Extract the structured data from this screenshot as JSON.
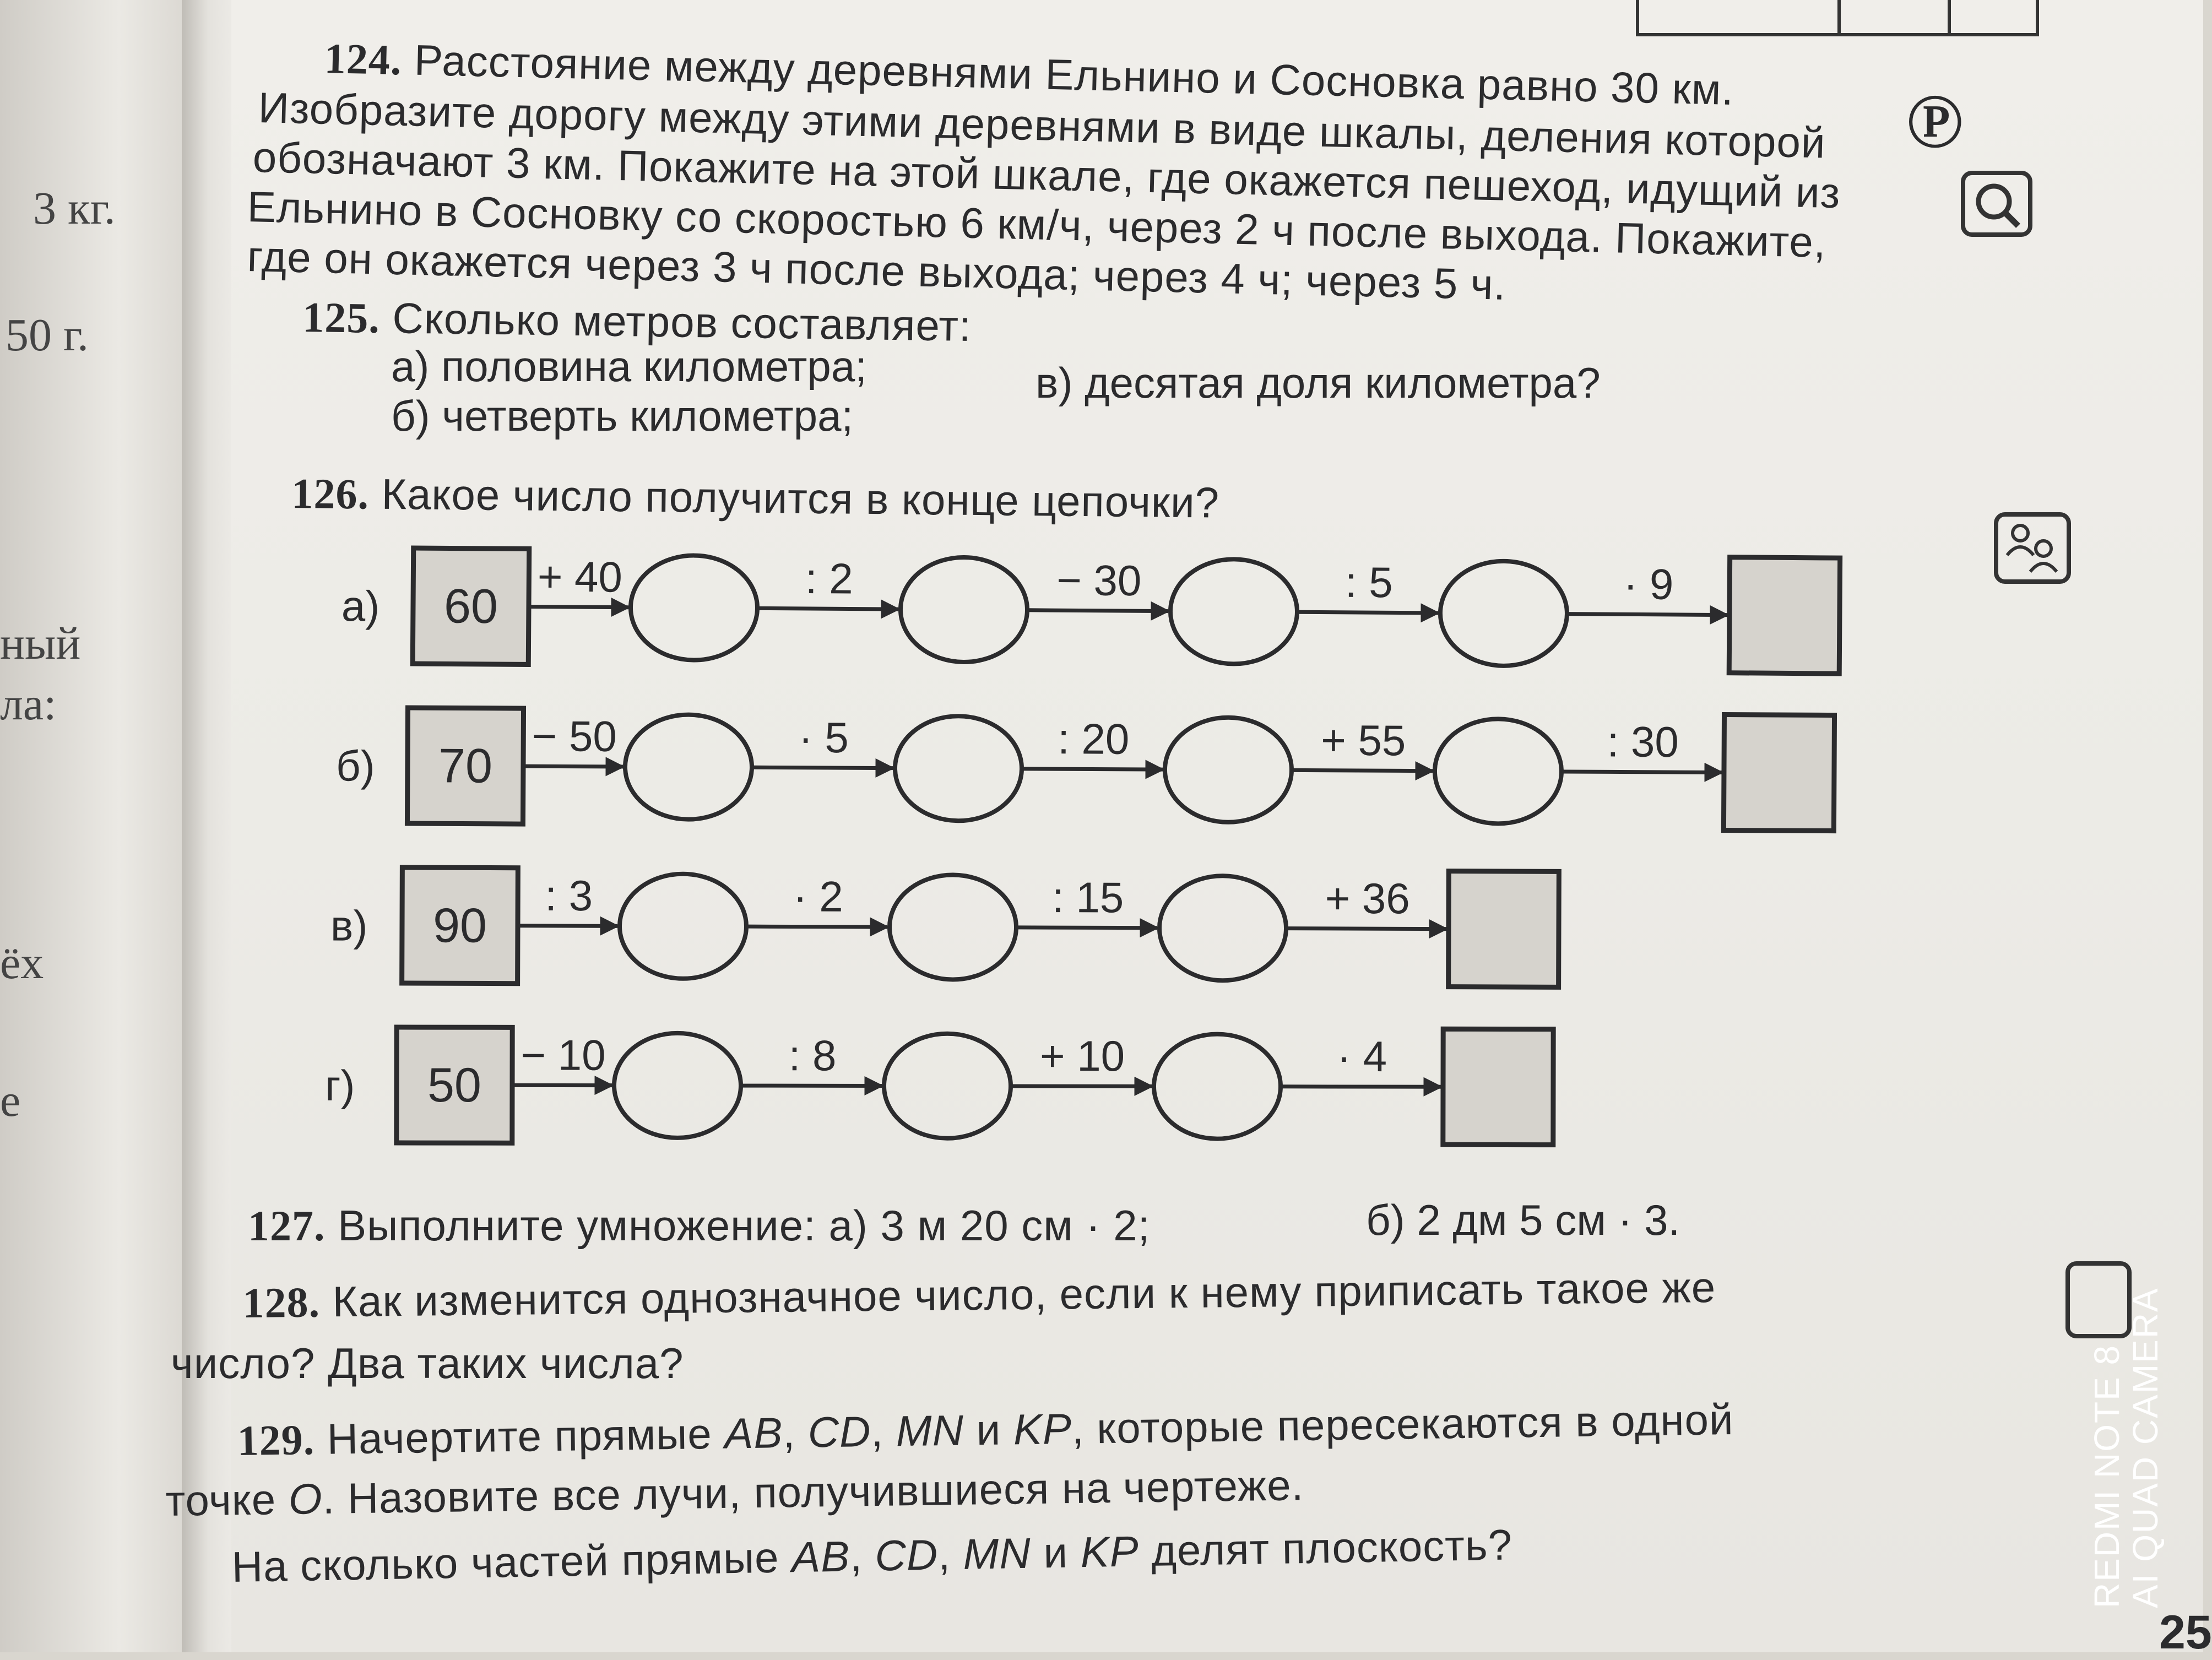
{
  "left_page": {
    "fragments": [
      "3 кг.",
      "50 г.",
      "ный",
      "ла:",
      "ёх",
      "е"
    ]
  },
  "problem_124": {
    "number": "124.",
    "lines": [
      "Расстояние между деревнями Ельнино и Сосновка равно 30 км.",
      "Изобразите дорогу между этими деревнями в виде шкалы, деления которой",
      "обозначают 3 км. Покажите на этой шкале, где окажется пешеход, идущий из",
      "Ельнино в Сосновку со скоростью 6 км/ч, через 2 ч после выхода. Покажите,",
      "где он окажется через 3 ч после выхода; через 4 ч; через 5 ч."
    ]
  },
  "problem_125": {
    "number": "125.",
    "question": "Сколько метров составляет:",
    "a": "а) половина километра;",
    "b": "б) четверть километра;",
    "v": "в) десятая доля километра?"
  },
  "problem_126": {
    "number": "126.",
    "question": "Какое число получится в конце цепочки?",
    "chains": [
      {
        "label": "а)",
        "start": "60",
        "ops": [
          "+ 40",
          ": 2",
          "− 30",
          ": 5",
          "· 9"
        ]
      },
      {
        "label": "б)",
        "start": "70",
        "ops": [
          "− 50",
          "· 5",
          ": 20",
          "+ 55",
          ": 30"
        ]
      },
      {
        "label": "в)",
        "start": "90",
        "ops": [
          ": 3",
          "· 2",
          ": 15",
          "+ 36"
        ]
      },
      {
        "label": "г)",
        "start": "50",
        "ops": [
          "− 10",
          ": 8",
          "+ 10",
          "· 4"
        ]
      }
    ]
  },
  "problem_127": {
    "number": "127.",
    "text": "Выполните умножение: а) 3 м 20 см · 2;",
    "text_b": "б) 2 дм 5 см · 3."
  },
  "problem_128": {
    "number": "128.",
    "line1": "Как изменится однозначное число, если к нему приписать такое же",
    "line2": "число? Два таких числа?"
  },
  "problem_129": {
    "number": "129.",
    "l1_pre": "Начертите прямые ",
    "l1_AB": "AB",
    "l1_c1": ", ",
    "l1_CD": "CD",
    "l1_c2": ", ",
    "l1_MN": "MN",
    "l1_and": " и ",
    "l1_KP": "KP",
    "l1_post": ", которые пересекаются в одной",
    "l2_pre": "точке ",
    "l2_O": "O",
    "l2_post": ". Назовите все лучи, получившиеся на чертеже.",
    "l3_pre": "На сколько частей прямые ",
    "l3_AB": "AB",
    "l3_c1": ", ",
    "l3_CD": "CD",
    "l3_c2": ", ",
    "l3_MN": "MN",
    "l3_and": " и ",
    "l3_KP": "KP",
    "l3_post": " делят плоскость?"
  },
  "page_number": "25",
  "camera_watermark": {
    "line1": "REDMI NOTE 8",
    "line2": "AI QUAD CAMERA"
  },
  "icons": [
    "pen-icon",
    "magnifier-icon",
    "pair-work-icon",
    "camera-lens-icon"
  ]
}
